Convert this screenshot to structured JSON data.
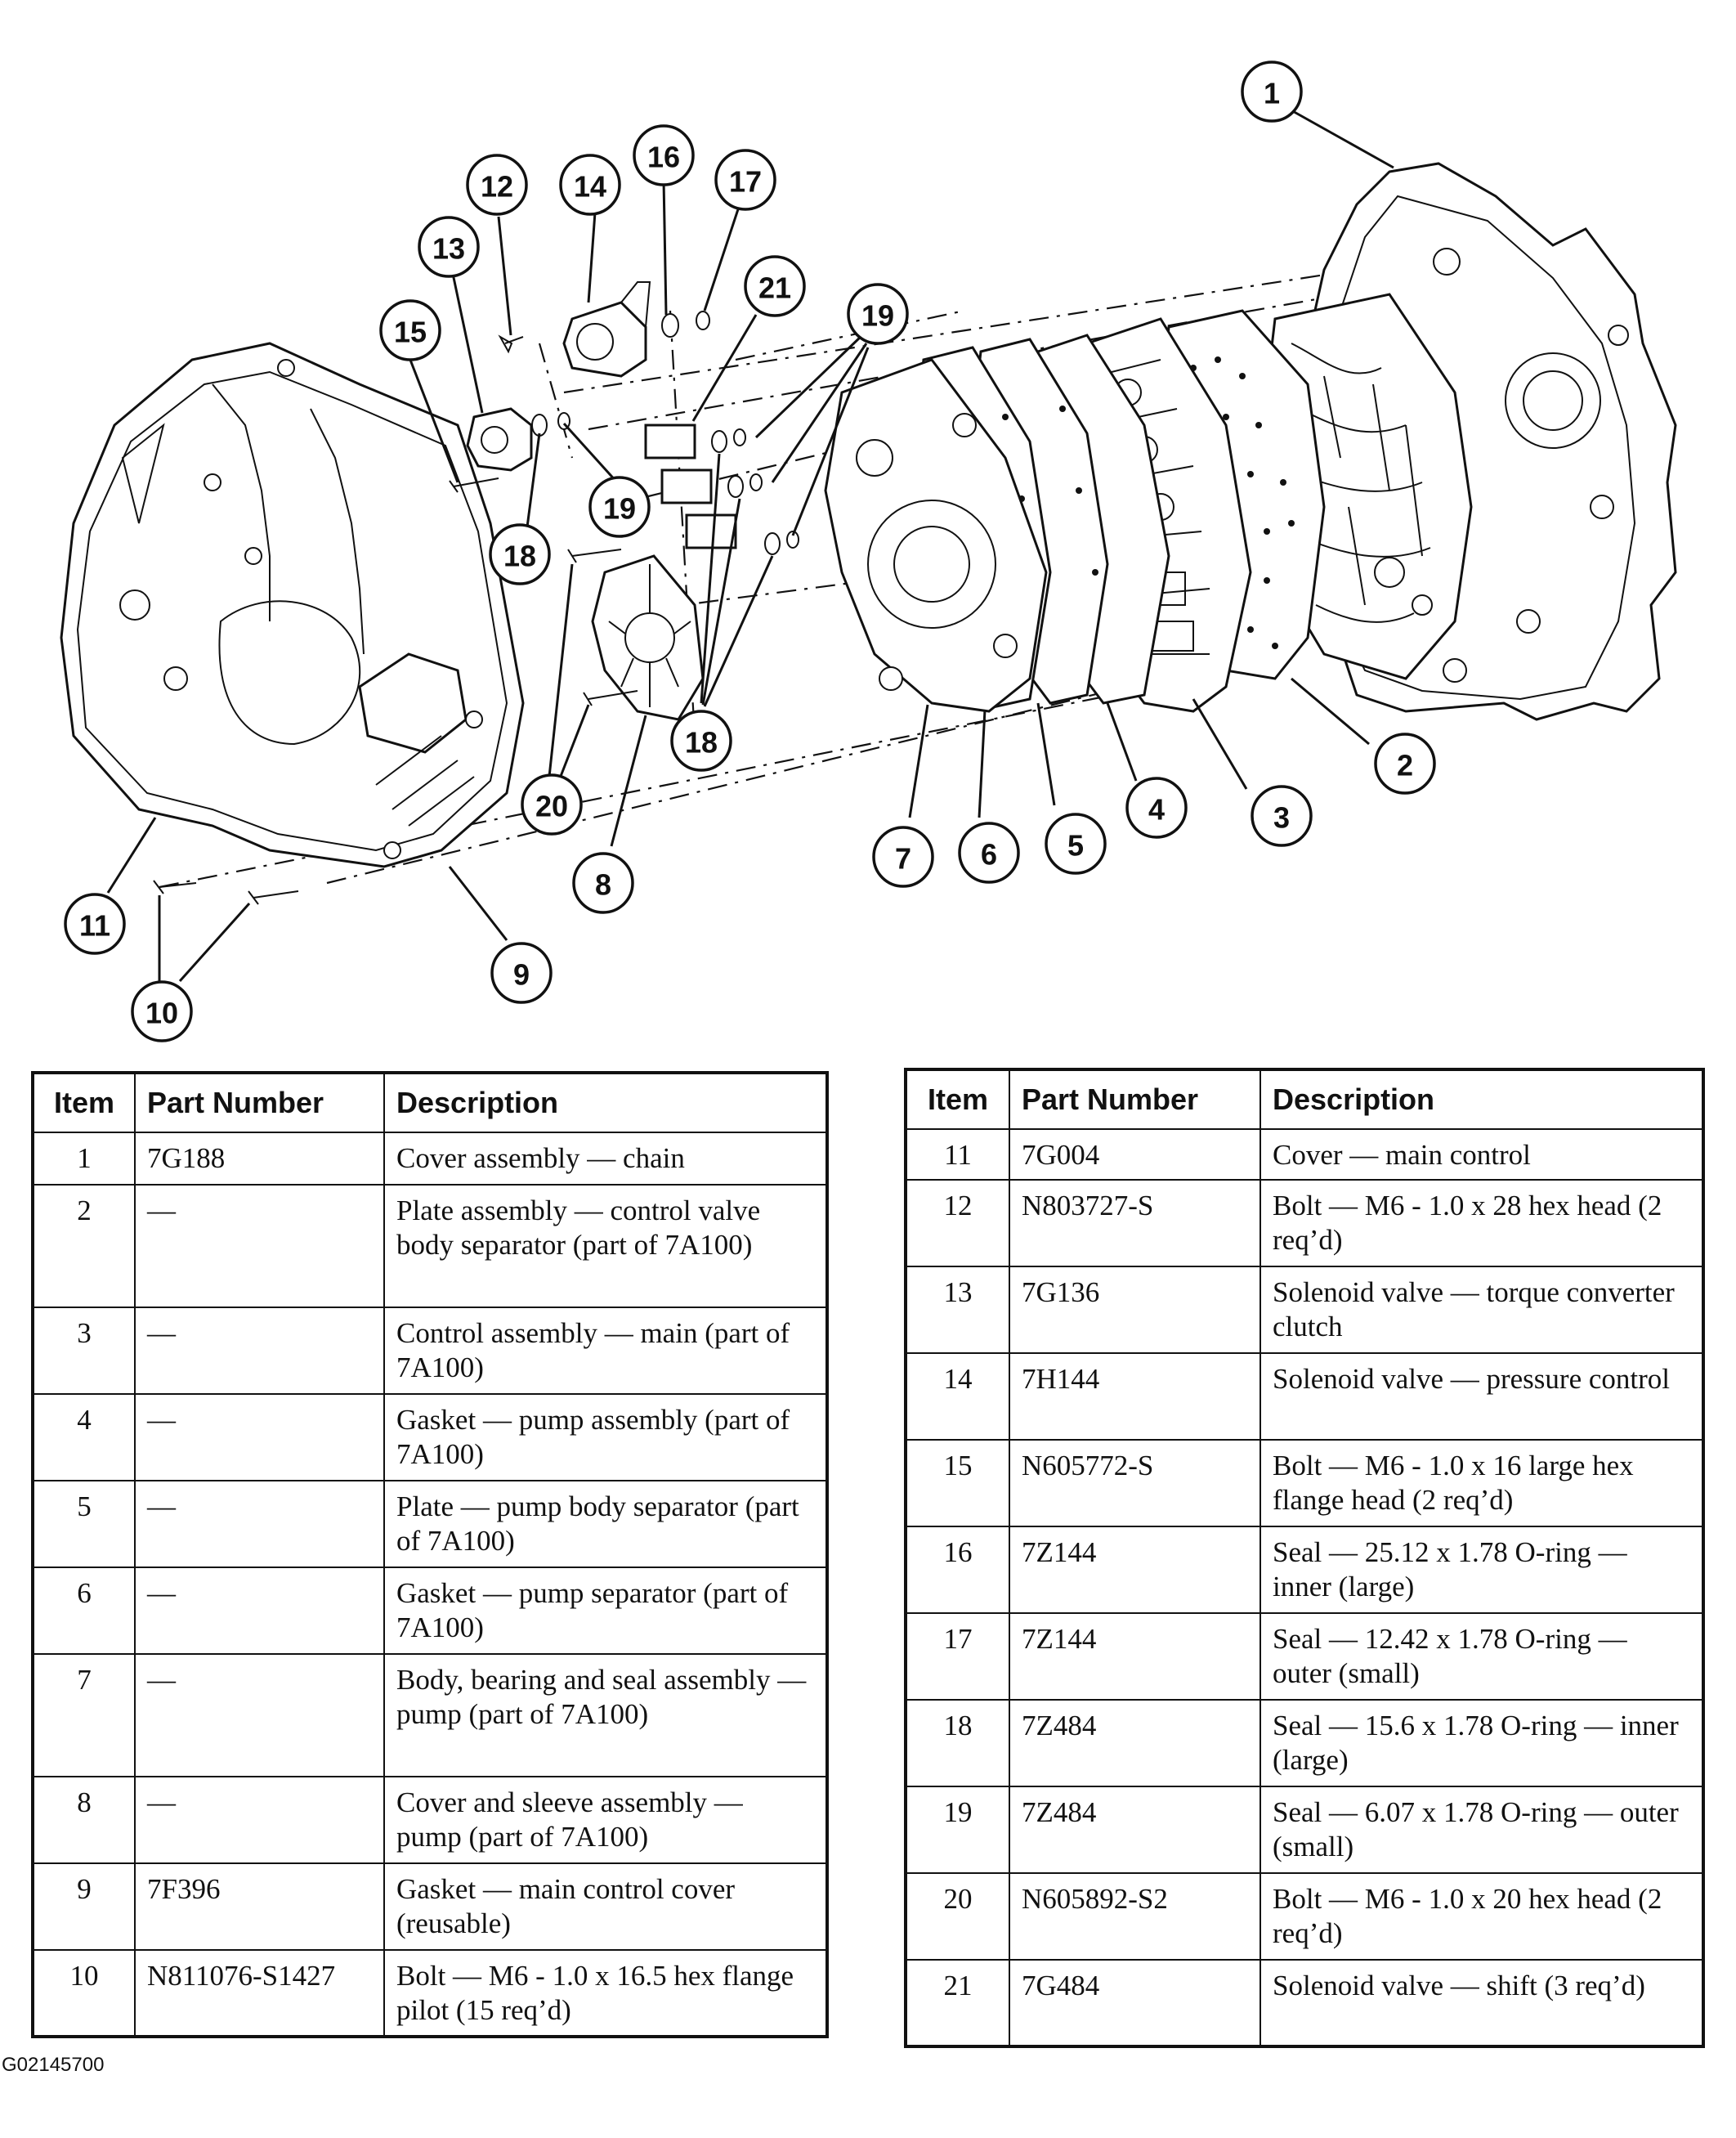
{
  "callout_numbers": [
    "1",
    "2",
    "3",
    "4",
    "5",
    "6",
    "7",
    "8",
    "9",
    "10",
    "11",
    "12",
    "13",
    "14",
    "15",
    "16",
    "17",
    "18",
    "19",
    "20",
    "21"
  ],
  "table_headers": {
    "item": "Item",
    "part_number": "Part Number",
    "description": "Description"
  },
  "parts_left": [
    {
      "item": "1",
      "part_number": "7G188",
      "description": "Cover assembly — chain"
    },
    {
      "item": "2",
      "part_number": "—",
      "description": "Plate assembly — control valve body separator (part of 7A100)"
    },
    {
      "item": "3",
      "part_number": "—",
      "description": "Control assembly — main (part of 7A100)"
    },
    {
      "item": "4",
      "part_number": "—",
      "description": "Gasket — pump assembly (part of 7A100)"
    },
    {
      "item": "5",
      "part_number": "—",
      "description": "Plate — pump body separator (part of 7A100)"
    },
    {
      "item": "6",
      "part_number": "—",
      "description": "Gasket — pump separator (part of 7A100)"
    },
    {
      "item": "7",
      "part_number": "—",
      "description": "Body, bearing and seal assembly — pump (part of 7A100)"
    },
    {
      "item": "8",
      "part_number": "—",
      "description": "Cover and sleeve assembly — pump (part of 7A100)"
    },
    {
      "item": "9",
      "part_number": "7F396",
      "description": "Gasket — main control cover (reusable)"
    },
    {
      "item": "10",
      "part_number": "N811076-S1427",
      "description": "Bolt — M6 - 1.0 x 16.5 hex flange pilot (15 req’d)"
    }
  ],
  "parts_right": [
    {
      "item": "11",
      "part_number": "7G004",
      "description": "Cover — main control"
    },
    {
      "item": "12",
      "part_number": "N803727-S",
      "description": "Bolt — M6 - 1.0 x 28 hex head (2 req’d)"
    },
    {
      "item": "13",
      "part_number": "7G136",
      "description": "Solenoid valve — torque converter clutch"
    },
    {
      "item": "14",
      "part_number": "7H144",
      "description": "Solenoid valve — pressure control"
    },
    {
      "item": "15",
      "part_number": "N605772-S",
      "description": "Bolt — M6 - 1.0 x 16 large hex flange head (2 req’d)"
    },
    {
      "item": "16",
      "part_number": "7Z144",
      "description": "Seal — 25.12 x 1.78 O-ring — inner (large)"
    },
    {
      "item": "17",
      "part_number": "7Z144",
      "description": "Seal — 12.42 x 1.78 O-ring — outer (small)"
    },
    {
      "item": "18",
      "part_number": "7Z484",
      "description": "Seal — 15.6 x 1.78 O-ring — inner (large)"
    },
    {
      "item": "19",
      "part_number": "7Z484",
      "description": "Seal — 6.07 x 1.78 O-ring — outer (small)"
    },
    {
      "item": "20",
      "part_number": "N605892-S2",
      "description": "Bolt — M6 - 1.0 x 20 hex head (2 req’d)"
    },
    {
      "item": "21",
      "part_number": "7G484",
      "description": "Solenoid valve — shift (3 req’d)"
    }
  ],
  "figure_id": "G02145700"
}
